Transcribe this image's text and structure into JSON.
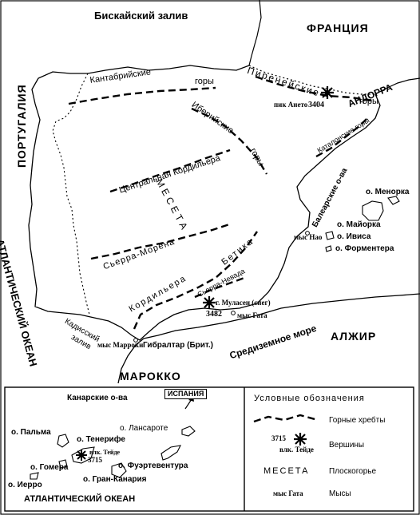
{
  "map": {
    "seas": {
      "biscay": "Бискайский залив",
      "atlantic": "АТЛАНТИЧЕСКИЙ ОКЕАН",
      "mediterranean": "Средиземное море",
      "cadiz": [
        "Кадисский",
        "залив"
      ]
    },
    "countries": {
      "france": "ФРАНЦИЯ",
      "portugal": "ПОРТУГАЛИЯ",
      "andorra": "АНДОРРА",
      "algeria": "АЛЖИР",
      "morocco": "МАРОККО",
      "gibraltar": "Гибралтар (Брит.)"
    },
    "ranges": {
      "cantabrian": [
        "Кантабрийские",
        "горы"
      ],
      "pyrenees": [
        "Пиренейские",
        "горы"
      ],
      "iberian": [
        "Иберийские",
        "горы"
      ],
      "catalan": "Каталонские горы",
      "central": "Центральная Кордильера",
      "sierra_morena": "Сьерра-Морена",
      "betica": [
        "Кордильера",
        "Бетика"
      ],
      "sierra_nevada": "Сьерра-Невада"
    },
    "plateau": "МЕСЕТА",
    "peaks": {
      "aneto": {
        "name": "пик Ането",
        "height": "3404"
      },
      "mulhacen": {
        "name": "г. Муласен (снег)",
        "height": "3482"
      }
    },
    "capes": {
      "nao": "мыс Нао",
      "gata": "мыс Гата",
      "marroqui": "мыс Марроки"
    },
    "islands": {
      "menorca": "о. Менорка",
      "mallorca": "о. Майорка",
      "ibiza": "о. Ивиса",
      "formentera": "о. Форментера",
      "balearic": "Балеарские о-ва"
    }
  },
  "inset": {
    "title": "Канарские о-ва",
    "spain_box": "ИСПАНИЯ",
    "ocean": "АТЛАНТИЧЕСКИЙ ОКЕАН",
    "peak": {
      "name": "влк. Тейде",
      "height": "3715"
    },
    "islands": {
      "palma": "о. Пальма",
      "tenerife": "о. Тенерифе",
      "lanzarote": "о. Лансароте",
      "gomera": "о. Гомера",
      "fuerteventura": "о. Фуэртевентура",
      "gran_canaria": "о. Гран-Канария",
      "hierro": "о. Иерро"
    }
  },
  "legend": {
    "title": "Условные обозначения",
    "items": [
      {
        "label": "Горные хребты"
      },
      {
        "label": "Вершины",
        "sample_height": "3715",
        "sample_name": "влк. Тейде"
      },
      {
        "label": "Плоскогорье",
        "sample": "МЕСЕТА"
      },
      {
        "label": "Мысы",
        "sample": "мыс Гата"
      }
    ]
  }
}
